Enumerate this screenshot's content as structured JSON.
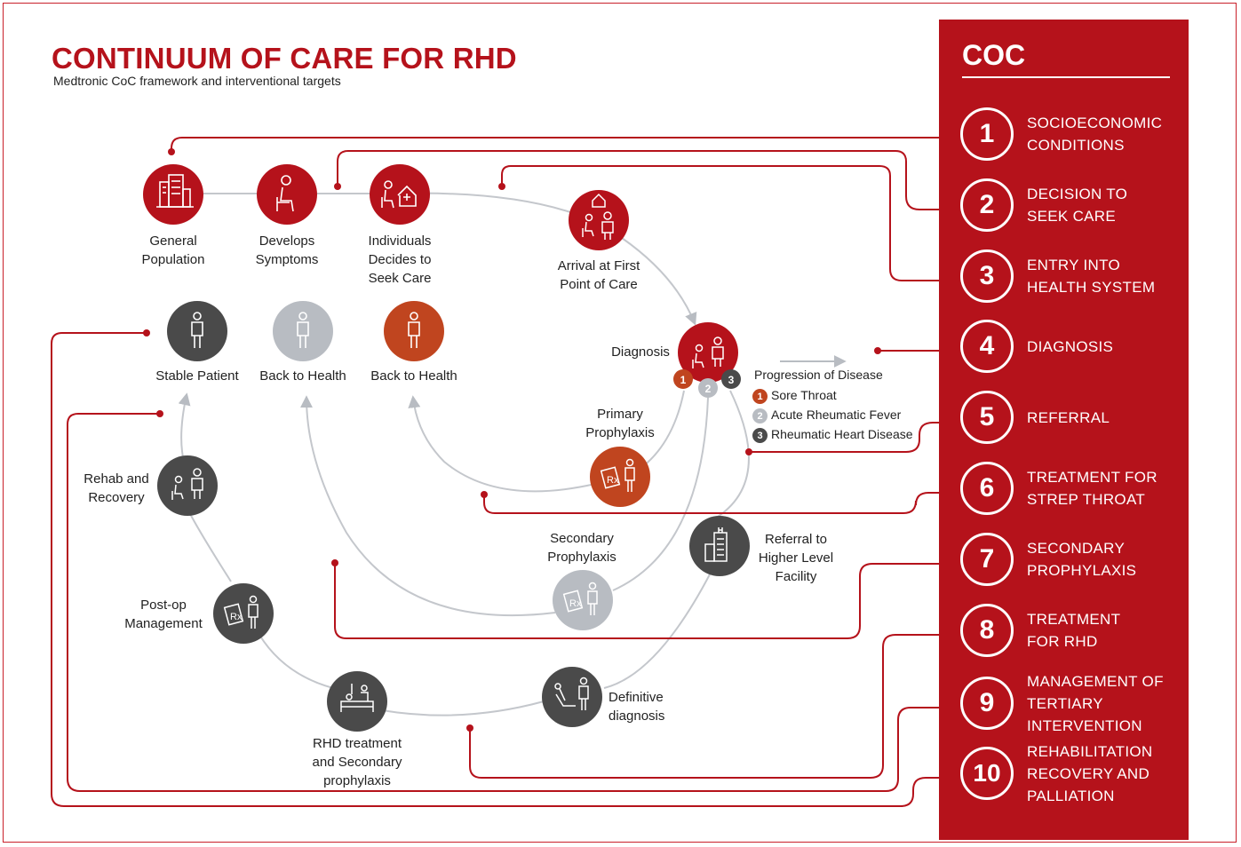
{
  "header": {
    "title": "CONTINUUM OF CARE FOR RHD",
    "subtitle": "Medtronic CoC framework and interventional targets"
  },
  "panel": {
    "title": "COC",
    "steps": [
      {
        "num": "1",
        "label": "SOCIOECONOMIC\nCONDITIONS"
      },
      {
        "num": "2",
        "label": "DECISION TO\nSEEK CARE"
      },
      {
        "num": "3",
        "label": "ENTRY INTO\nHEALTH SYSTEM"
      },
      {
        "num": "4",
        "label": "DIAGNOSIS"
      },
      {
        "num": "5",
        "label": "REFERRAL"
      },
      {
        "num": "6",
        "label": "TREATMENT FOR\nSTREP THROAT"
      },
      {
        "num": "7",
        "label": "SECONDARY\nPROPHYLAXIS"
      },
      {
        "num": "8",
        "label": "TREATMENT\nFOR RHD"
      },
      {
        "num": "9",
        "label": "MANAGEMENT OF\nTERTIARY\nINTERVENTION"
      },
      {
        "num": "10",
        "label": "REHABILITATION\nRECOVERY AND\nPALLIATION"
      }
    ]
  },
  "nodes": {
    "general_population": "General\nPopulation",
    "develops_symptoms": "Develops\nSymptoms",
    "seek_care": "Individuals\nDecides to\nSeek Care",
    "first_point": "Arrival at First\nPoint of Care",
    "diagnosis": "Diagnosis",
    "stable_patient": "Stable Patient",
    "back_to_health_grey": "Back to Health",
    "back_to_health_orange": "Back to Health",
    "primary_prophylaxis": "Primary\nProphylaxis",
    "rehab": "Rehab and\nRecovery",
    "secondary_prophylaxis": "Secondary\nProphylaxis",
    "referral_higher": "Referral to\nHigher Level\nFacility",
    "postop": "Post-op\nManagement",
    "definitive": "Definitive\ndiagnosis",
    "rhd_treatment": "RHD treatment\nand Secondary\nprophylaxis"
  },
  "legend": {
    "title": "Progression of Disease",
    "items": [
      {
        "num": "1",
        "label": "Sore Throat",
        "color": "#c0451f"
      },
      {
        "num": "2",
        "label": "Acute Rheumatic Fever",
        "color": "#b8bcc2"
      },
      {
        "num": "3",
        "label": "Rheumatic Heart Disease",
        "color": "#4a4a4a"
      }
    ]
  },
  "colors": {
    "red": "#b5121b",
    "orange": "#c0451f",
    "dark_grey": "#4a4a4a",
    "light_grey": "#b8bcc2",
    "connector": "#b5121b"
  }
}
